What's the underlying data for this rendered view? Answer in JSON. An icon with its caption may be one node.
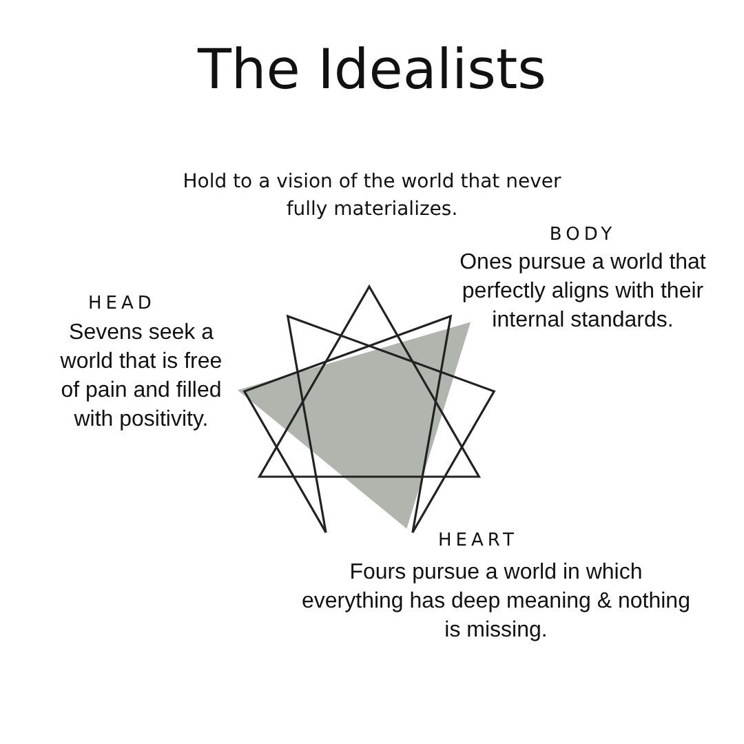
{
  "diagram": {
    "title": "The Idealists",
    "caption": "Hold to a vision of the world that never fully materializes.",
    "labels": [
      "BODY",
      "Ones pursue a world that perfectly aligns with their internal standards.",
      "HEAD",
      "Sevens seek a world that is free of pain and filled with positivity.",
      "HEART",
      "Fours pursue a world in which everything has deep meaning & nothing is missing."
    ]
  }
}
